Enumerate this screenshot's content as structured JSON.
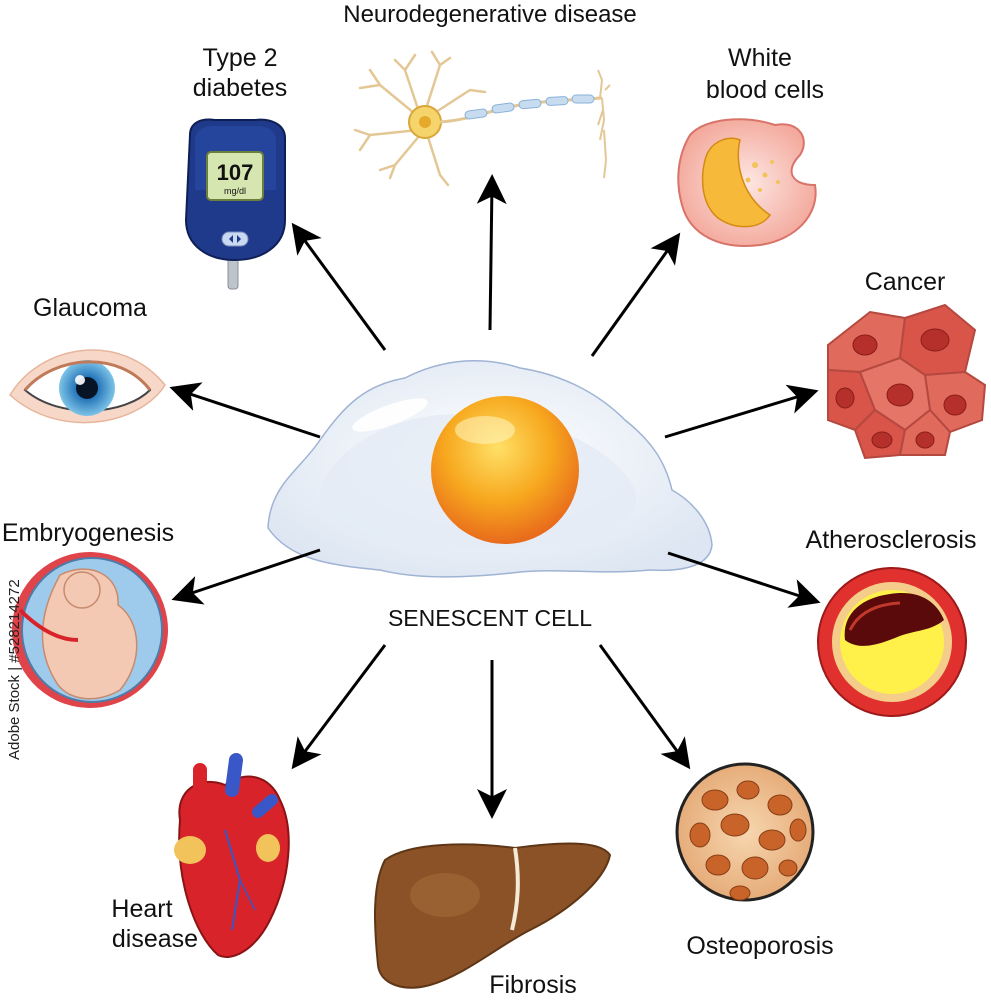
{
  "center": {
    "label": "SENESCENT CELL"
  },
  "labels": {
    "neuro": "Neurodegenerative disease",
    "diabetes_line1": "Type 2",
    "diabetes_line2": "diabetes",
    "wbc_line1": "White",
    "wbc_line2": "blood cells",
    "glaucoma": "Glaucoma",
    "cancer": "Cancer",
    "embryogenesis": "Embryogenesis",
    "atherosclerosis": "Atherosclerosis",
    "heart_line1": "Heart",
    "heart_line2": "disease",
    "fibrosis": "Fibrosis",
    "osteoporosis": "Osteoporosis"
  },
  "glucometer": {
    "reading": "107",
    "unit": "mg/dl"
  },
  "watermark": "Adobe Stock | #528214272",
  "colors": {
    "arrow": "#000000",
    "yolk": "#f6a21c",
    "cell_body": "#e9eff7",
    "cancer_cell": "#d9483f",
    "atherosclerosis_ring": "#d8232a",
    "plaque": "#fff04a",
    "liver": "#8a5226",
    "bone": "#c8642a",
    "glucometer": "#1f3a8a"
  }
}
